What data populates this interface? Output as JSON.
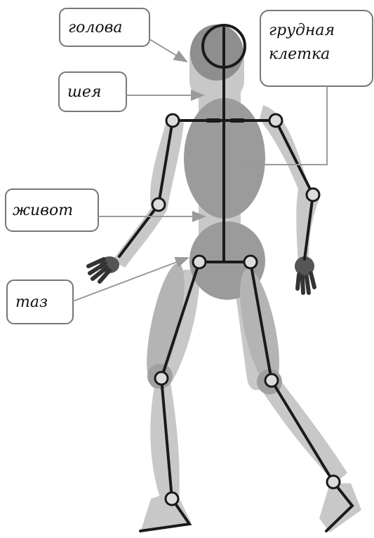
{
  "diagram": {
    "labels": {
      "head": "голова",
      "chest_line1": "грудная",
      "chest_line2": "клетка",
      "neck": "шея",
      "belly": "живот",
      "pelvis": "таз"
    }
  }
}
